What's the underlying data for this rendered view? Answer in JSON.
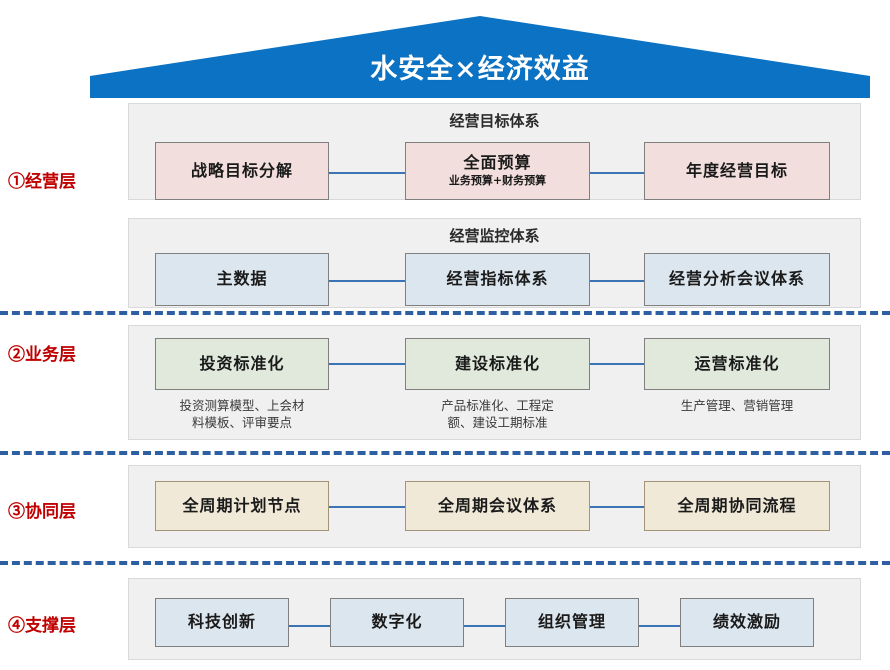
{
  "roof": {
    "title": "水安全×经济效益",
    "fill_color": "#0b72c4"
  },
  "layers": [
    {
      "label": "①经营层"
    },
    {
      "label": "②业务层"
    },
    {
      "label": "③协同层"
    },
    {
      "label": "④支撑层"
    }
  ],
  "panels": [
    {
      "id": "goal-system",
      "title": "经营目标体系",
      "nodes": [
        {
          "line1": "战略目标分解",
          "line2": ""
        },
        {
          "line1": "全面预算",
          "line2": "业务预算+财务预算"
        },
        {
          "line1": "年度经营目标",
          "line2": ""
        }
      ]
    },
    {
      "id": "monitor-system",
      "title": "经营监控体系",
      "nodes": [
        {
          "line1": "主数据",
          "line2": ""
        },
        {
          "line1": "经营指标体系",
          "line2": ""
        },
        {
          "line1": "经营分析会议体系",
          "line2": ""
        }
      ]
    },
    {
      "id": "business-standardization",
      "title": "",
      "nodes": [
        {
          "line1": "投资标准化",
          "line2": ""
        },
        {
          "line1": "建设标准化",
          "line2": ""
        },
        {
          "line1": "运营标准化",
          "line2": ""
        }
      ],
      "captions": [
        "投资测算模型、上会材\n料模板、评审要点",
        "产品标准化、工程定\n额、建设工期标准",
        "生产管理、营销管理"
      ]
    },
    {
      "id": "collaboration",
      "title": "",
      "nodes": [
        {
          "line1": "全周期计划节点",
          "line2": ""
        },
        {
          "line1": "全周期会议体系",
          "line2": ""
        },
        {
          "line1": "全周期协同流程",
          "line2": ""
        }
      ]
    },
    {
      "id": "support",
      "title": "",
      "nodes": [
        {
          "line1": "科技创新",
          "line2": ""
        },
        {
          "line1": "数字化",
          "line2": ""
        },
        {
          "line1": "组织管理",
          "line2": ""
        },
        {
          "line1": "绩效激励",
          "line2": ""
        }
      ]
    }
  ],
  "colors": {
    "pink": "#f2dedc",
    "blue": "#dce6ef",
    "green": "#e0e9dc",
    "cream": "#f0e9d8",
    "connector": "#3b74b5",
    "divider": "#2e5fa3",
    "layer_label": "#c00000",
    "panel_bg": "#f0f0f0"
  }
}
